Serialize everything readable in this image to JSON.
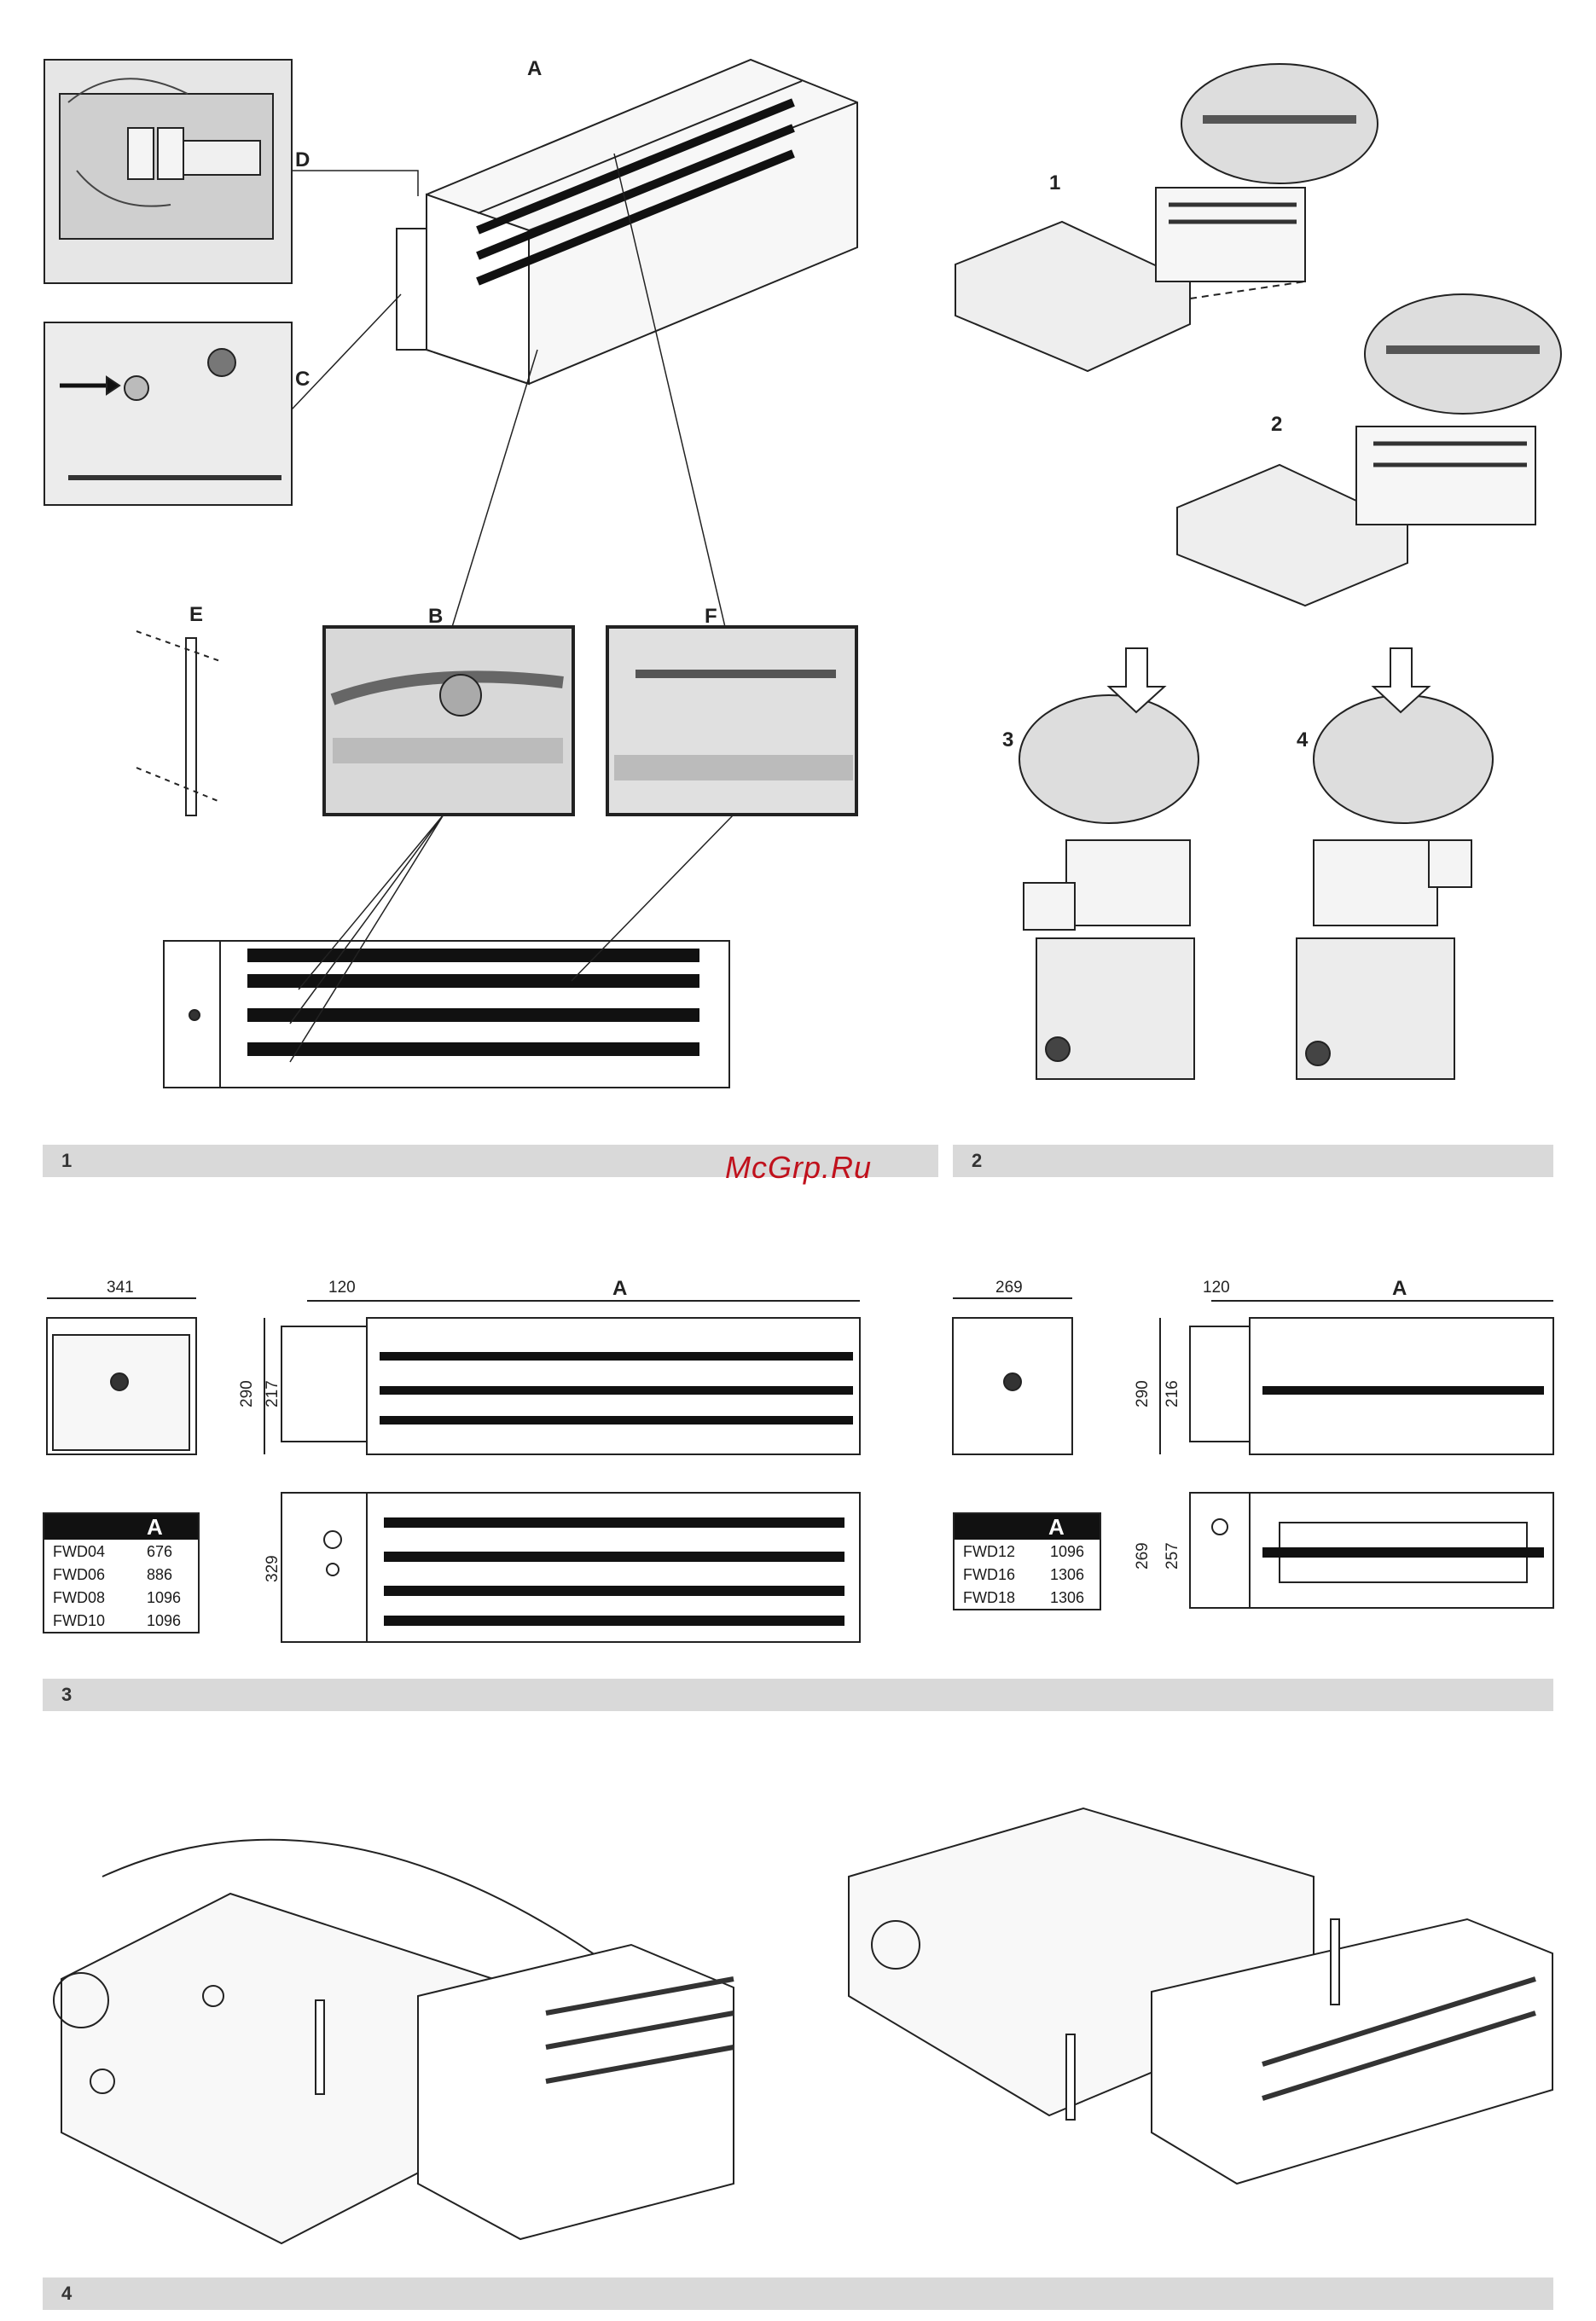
{
  "watermark": "McGrp.Ru",
  "section_bars": [
    "1",
    "2",
    "3",
    "4"
  ],
  "figure1": {
    "callouts": [
      "A",
      "B",
      "C",
      "D",
      "E",
      "F"
    ]
  },
  "figure2": {
    "steps": [
      "1",
      "2",
      "3",
      "4"
    ]
  },
  "figure3": {
    "left": {
      "width": "341",
      "depth": "120",
      "label_a": "A",
      "h_outer": "290",
      "h_inner": "217",
      "h_bottom": "329",
      "table": {
        "header": "A",
        "rows": [
          {
            "model": "FWD04",
            "value": "676"
          },
          {
            "model": "FWD06",
            "value": "886"
          },
          {
            "model": "FWD08",
            "value": "1096"
          },
          {
            "model": "FWD10",
            "value": "1096"
          }
        ]
      }
    },
    "right": {
      "width": "269",
      "depth": "120",
      "label_a": "A",
      "h_outer": "290",
      "h_inner": "216",
      "h_bottom_outer": "269",
      "h_bottom_inner": "257",
      "table": {
        "header": "A",
        "rows": [
          {
            "model": "FWD12",
            "value": "1096"
          },
          {
            "model": "FWD16",
            "value": "1306"
          },
          {
            "model": "FWD18",
            "value": "1306"
          }
        ]
      }
    }
  }
}
